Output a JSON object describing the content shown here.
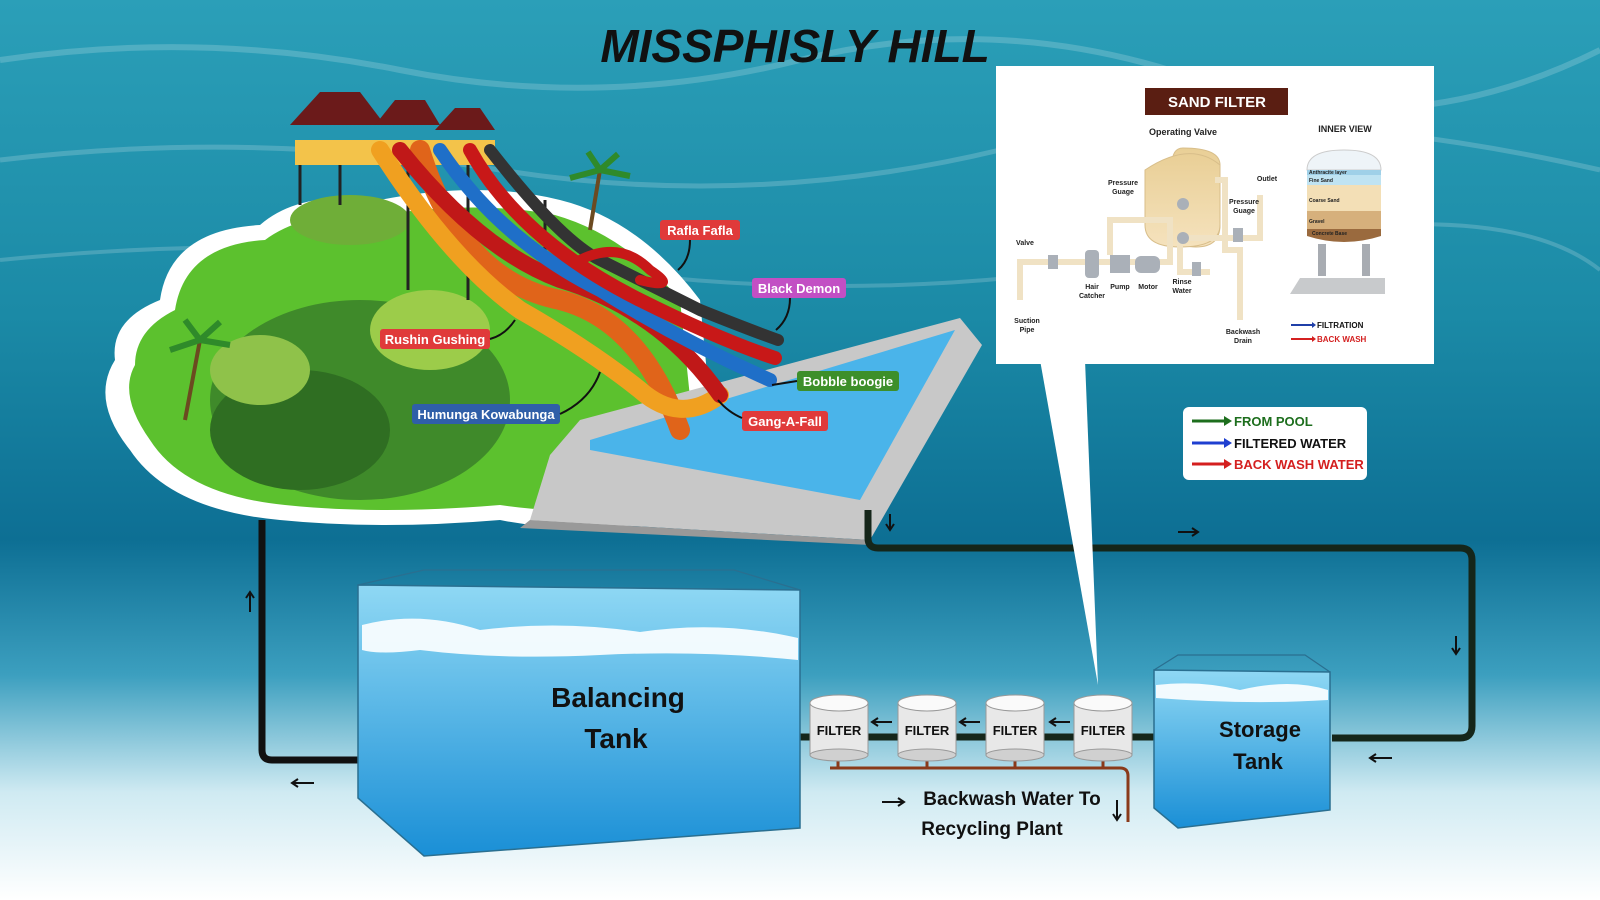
{
  "title": "MISSPHISLY HILL",
  "slides": [
    {
      "label": "Rafla Fafla",
      "color": "#e03a3a"
    },
    {
      "label": "Black Demon",
      "color": "#c24fc4"
    },
    {
      "label": "Rushin Gushing",
      "color": "#e03a3a"
    },
    {
      "label": "Bobble boogie",
      "color": "#3d8f2a"
    },
    {
      "label": "Humunga Kowabunga",
      "color": "#2f5fa8"
    },
    {
      "label": "Gang-A-Fall",
      "color": "#e03a3a"
    }
  ],
  "sand_filter": {
    "title": "SAND FILTER",
    "operating_valve": "Operating Valve",
    "inner_view": "INNER VIEW",
    "pressure_gauge_1": [
      "Pressure",
      "Guage"
    ],
    "pressure_gauge_2": [
      "Pressure",
      "Guage"
    ],
    "outlet": "Outlet",
    "valve": "Valve",
    "hair_catcher": [
      "Hair",
      "Catcher"
    ],
    "pump": "Pump",
    "motor": "Motor",
    "rinse_water": [
      "Rinse",
      "Water"
    ],
    "suction_pipe": [
      "Suction",
      "Pipe"
    ],
    "backwash_drain": [
      "Backwash",
      "Drain"
    ],
    "layers": [
      "Anthracite layer",
      "Fine Sand",
      "Coarse Sand",
      "Gravel",
      "Concrete Base"
    ],
    "legend": [
      {
        "label": "FILTRATION",
        "color": "#1f3fa8"
      },
      {
        "label": "BACK WASH",
        "color": "#d42020"
      }
    ]
  },
  "legend": [
    {
      "label": "FROM POOL",
      "color": "#1d6e1d"
    },
    {
      "label": "FILTERED WATER",
      "color": "#1f3fd0"
    },
    {
      "label": "BACK WASH WATER",
      "color": "#d41f1f"
    }
  ],
  "balancing_tank": [
    "Balancing",
    "Tank"
  ],
  "storage_tank": [
    "Storage",
    "Tank"
  ],
  "filters": [
    "FILTER",
    "FILTER",
    "FILTER",
    "FILTER"
  ],
  "backwash_note": [
    "Backwash Water To",
    "Recycling Plant"
  ],
  "colors": {
    "pipe": "#15261a",
    "backwash_pipe": "#8a3a1a",
    "water": "#3aaee0"
  }
}
